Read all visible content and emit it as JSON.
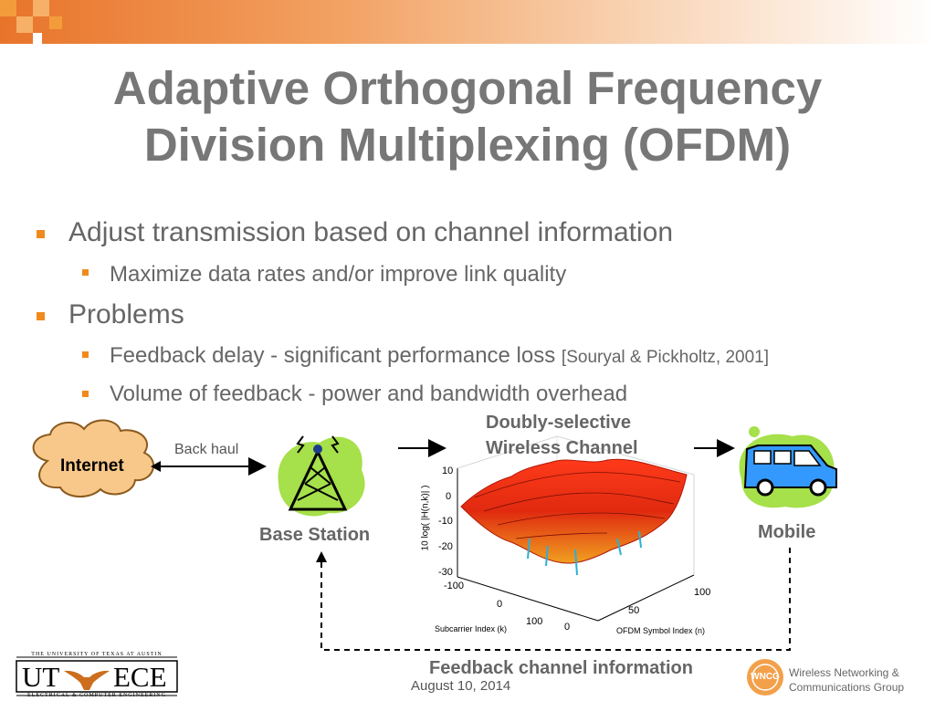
{
  "title": "Adaptive Orthogonal Frequency Division Multiplexing (OFDM)",
  "bullets": {
    "b1": "Adjust transmission based on channel information",
    "b1_sub1": "Maximize data rates and/or improve link quality",
    "b2": "Problems",
    "b2_sub1": "Feedback delay - significant performance loss",
    "b2_sub1_cite": "[Souryal & Pickholtz, 2001]",
    "b2_sub2": "Volume of feedback - power and bandwidth overhead"
  },
  "diagram": {
    "internet": "Internet",
    "backhaul": "Back haul",
    "base_station": "Base Station",
    "channel_line1": "Doubly-selective",
    "channel_line2": "Wireless Channel",
    "mobile": "Mobile",
    "feedback": "Feedback channel information"
  },
  "plot": {
    "zlabel": "10 log( |H(n,k)| )",
    "z_ticks": [
      "10",
      "0",
      "-10",
      "-20",
      "-30"
    ],
    "k_ticks": [
      "-100",
      "0",
      "100"
    ],
    "n_ticks": [
      "0",
      "50",
      "100"
    ],
    "xlabel": "Subcarrier Index (k)",
    "ylabel": "OFDM Symbol Index (n)"
  },
  "footer": {
    "date": "August 10, 2014",
    "ut_top": "THE UNIVERSITY OF TEXAS AT AUSTIN",
    "ut_bottom": "ELECTRICAL & COMPUTER ENGINEERING",
    "ut_left": "UT",
    "ut_right": "ECE",
    "wncg_badge": "WNCG",
    "wncg_line1": "Wireless Networking &",
    "wncg_line2": "Communications Group"
  },
  "colors": {
    "accent": "#f08a1c",
    "text": "#666666",
    "title": "#777777",
    "green": "#a6e04a",
    "van": "#3399ff",
    "cloud": "#f8c88a"
  }
}
